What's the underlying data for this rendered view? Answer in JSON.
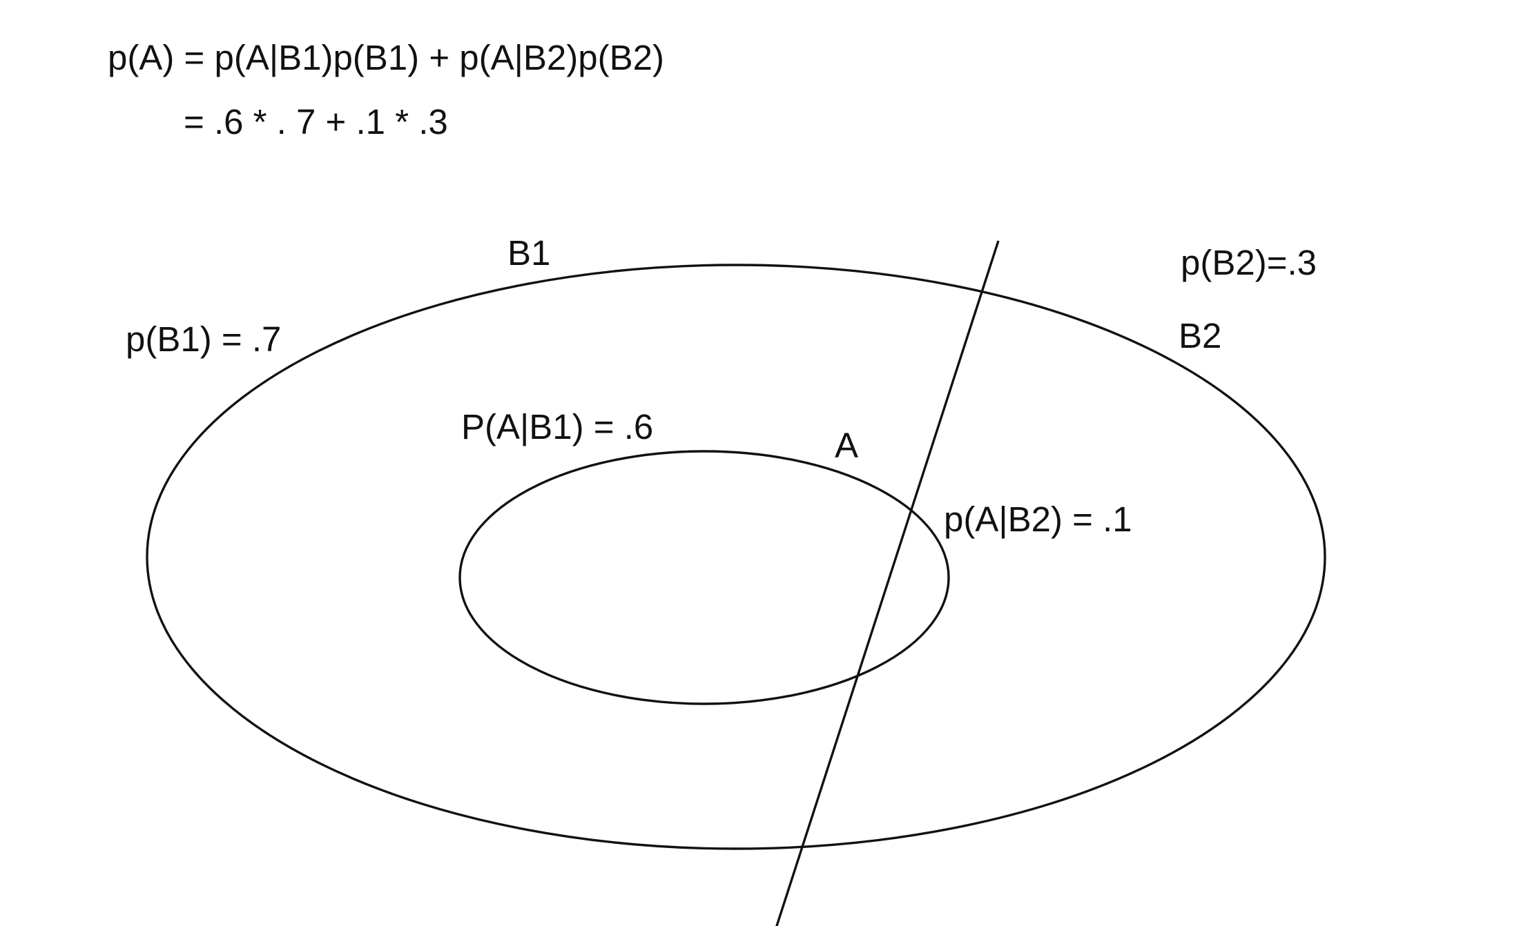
{
  "formula": {
    "line1": "p(A) = p(A|B1)p(B1) + p(A|B2)p(B2)",
    "line2": "= .6 * . 7 + .1 * .3"
  },
  "diagram": {
    "outer_set": {
      "region_b1_label": "B1",
      "region_b1_probability": "p(B1) = .7",
      "region_b2_label": "B2",
      "region_b2_probability": "p(B2)=.3"
    },
    "inner_set": {
      "label": "A",
      "conditional_b1": "P(A|B1) = .6",
      "conditional_b2": "p(A|B2) = .1"
    }
  }
}
